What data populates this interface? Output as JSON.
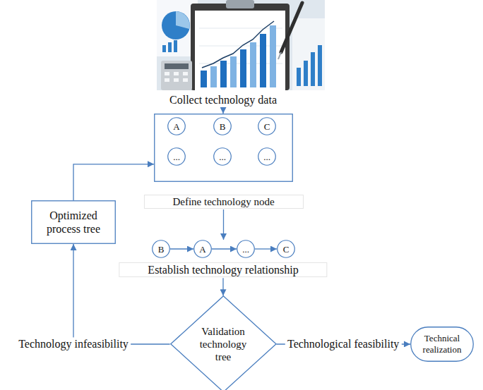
{
  "diagram": {
    "nodes": [
      {
        "text": [
          "Collect technology data"
        ]
      },
      {
        "text": [
          "Define technology node"
        ]
      },
      {
        "text": [
          "A"
        ],
        "in": 1
      },
      {
        "text": [
          "B"
        ],
        "in": 1
      },
      {
        "text": [
          "C"
        ],
        "in": 1
      },
      {
        "text": [
          "..."
        ],
        "in": 1
      },
      {
        "text": [
          "..."
        ],
        "in": 1
      },
      {
        "text": [
          "..."
        ],
        "in": 1
      },
      {
        "text": [
          "Optimized process tree"
        ]
      },
      {
        "text": [
          "Establish technology relationship"
        ]
      },
      {
        "text": [
          "B"
        ],
        "in": 9
      },
      {
        "text": [
          "A"
        ],
        "in": 9
      },
      {
        "text": [
          "..."
        ],
        "in": 9
      },
      {
        "text": [
          "C"
        ],
        "in": 9
      },
      {
        "text": [
          "Validation technology tree"
        ]
      },
      {
        "text": [
          "Technical realization"
        ]
      }
    ],
    "edges": [
      {
        "from": 0,
        "to": 1,
        "arrow": "to"
      },
      {
        "from": 1,
        "to": 9,
        "arrow": "to"
      },
      {
        "from": 10,
        "to": 11,
        "arrow": "to"
      },
      {
        "from": 11,
        "to": 12,
        "arrow": "to"
      },
      {
        "from": 12,
        "to": 13,
        "arrow": "to"
      },
      {
        "from": 9,
        "to": 14,
        "arrow": "to"
      },
      {
        "from": 14,
        "to": 8,
        "label": "Technology infeasibility",
        "arrow": "to"
      },
      {
        "from": 14,
        "to": 15,
        "label": "Technological feasibility",
        "arrow": "to"
      },
      {
        "from": 8,
        "to": 1,
        "arrow": "to"
      }
    ]
  }
}
